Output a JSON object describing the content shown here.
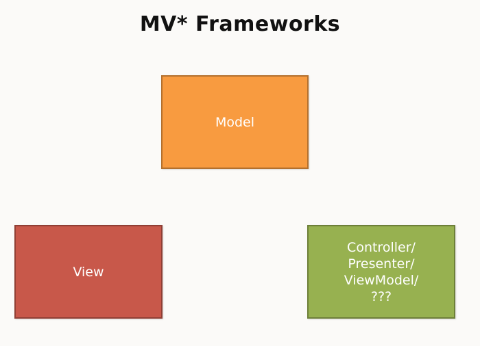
{
  "title": "MV* Frameworks",
  "colors": {
    "background": "#fbfaf8",
    "model": "#f89b40",
    "view": "#c8584a",
    "controller": "#97b150"
  },
  "boxes": {
    "model": {
      "label": "Model"
    },
    "view": {
      "label": "View"
    },
    "controller": {
      "lines": [
        "Controller/",
        "Presenter/",
        "ViewModel/",
        "???"
      ]
    }
  }
}
